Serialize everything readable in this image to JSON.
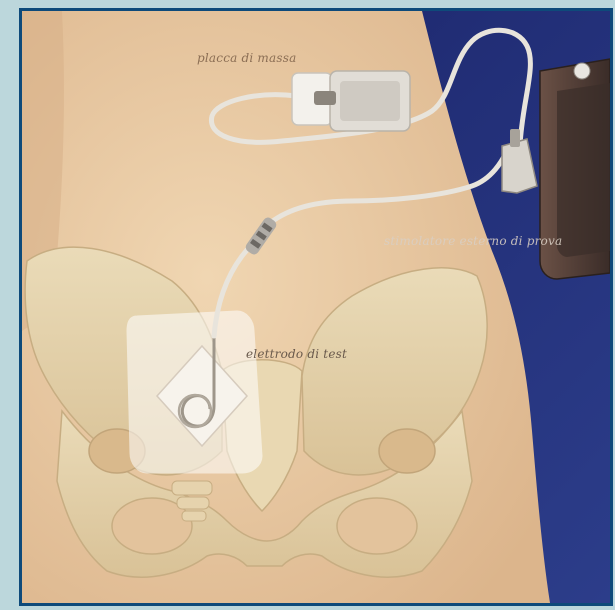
{
  "figure": {
    "labels": {
      "placca": "placca di massa",
      "stimolatore": "stimolatore esterno di prova",
      "elettrodo": "elettrodo di test"
    },
    "colors": {
      "skin": "#ebcba4",
      "background_right": "#1c2a6a",
      "bone": "#e6d3ad",
      "frame": "#0e4a7a",
      "page_bg": "#bcd7dc"
    }
  }
}
